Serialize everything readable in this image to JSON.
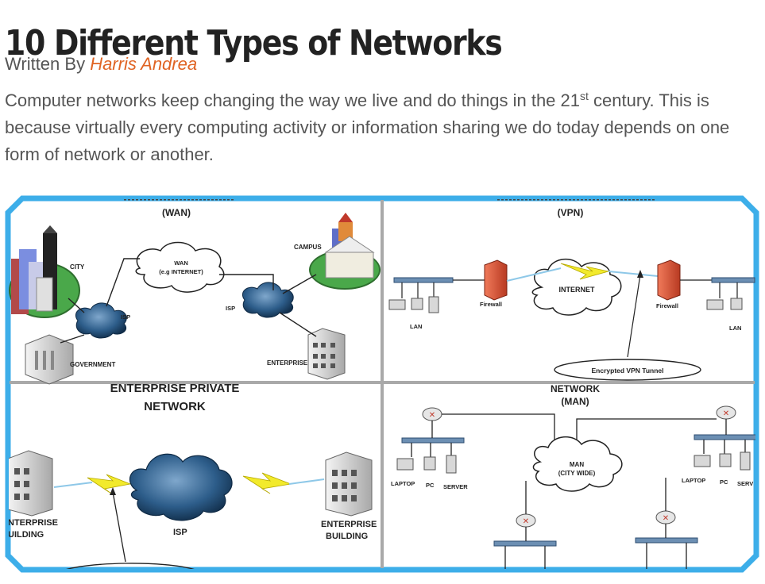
{
  "article": {
    "title": "10 Different Types of Networks",
    "byline_prefix": "Written By ",
    "author": "Harris Andrea",
    "intro_before": "Computer networks keep changing the way we live and do things in the 21",
    "intro_sup": "st",
    "intro_after": " century. This is because virtually every computing activity or information sharing we do today depends on one form of network or another."
  },
  "figure": {
    "colors": {
      "frame": "#3daee9",
      "divider": "#a9a9a9",
      "cloud": "#2d5d8a",
      "firewall": "#d9553a"
    },
    "wan": {
      "title": "(WAN)",
      "cloud_label_1": "WAN",
      "cloud_label_2": "(e.g INTERNET)",
      "city": "CITY",
      "isp_left": "ISP",
      "isp_right": "ISP",
      "campus": "CAMPUS",
      "government": "GOVERNMENT",
      "enterprise": "ENTERPRISE"
    },
    "vpn": {
      "title": "(VPN)",
      "internet": "INTERNET",
      "firewall_left": "Firewall",
      "firewall_right": "Firewall",
      "lan_left": "LAN",
      "lan_right": "LAN",
      "tunnel": "Encrypted VPN Tunnel"
    },
    "epn": {
      "title_1": "ENTERPRISE PRIVATE",
      "title_2": "NETWORK",
      "left_1": "NTERPRISE",
      "left_2": "UILDING",
      "isp": "ISP",
      "right_1": "ENTERPRISE",
      "right_2": "BUILDING"
    },
    "man": {
      "title_1": "NETWORK",
      "title_2": "(MAN)",
      "cloud_1": "MAN",
      "cloud_2": "(CITY WIDE)",
      "laptop_left": "LAPTOP",
      "pc_left": "PC",
      "server_left": "SERVER",
      "laptop_right": "LAPTOP",
      "pc_right": "PC",
      "server_right": "SERV"
    }
  }
}
